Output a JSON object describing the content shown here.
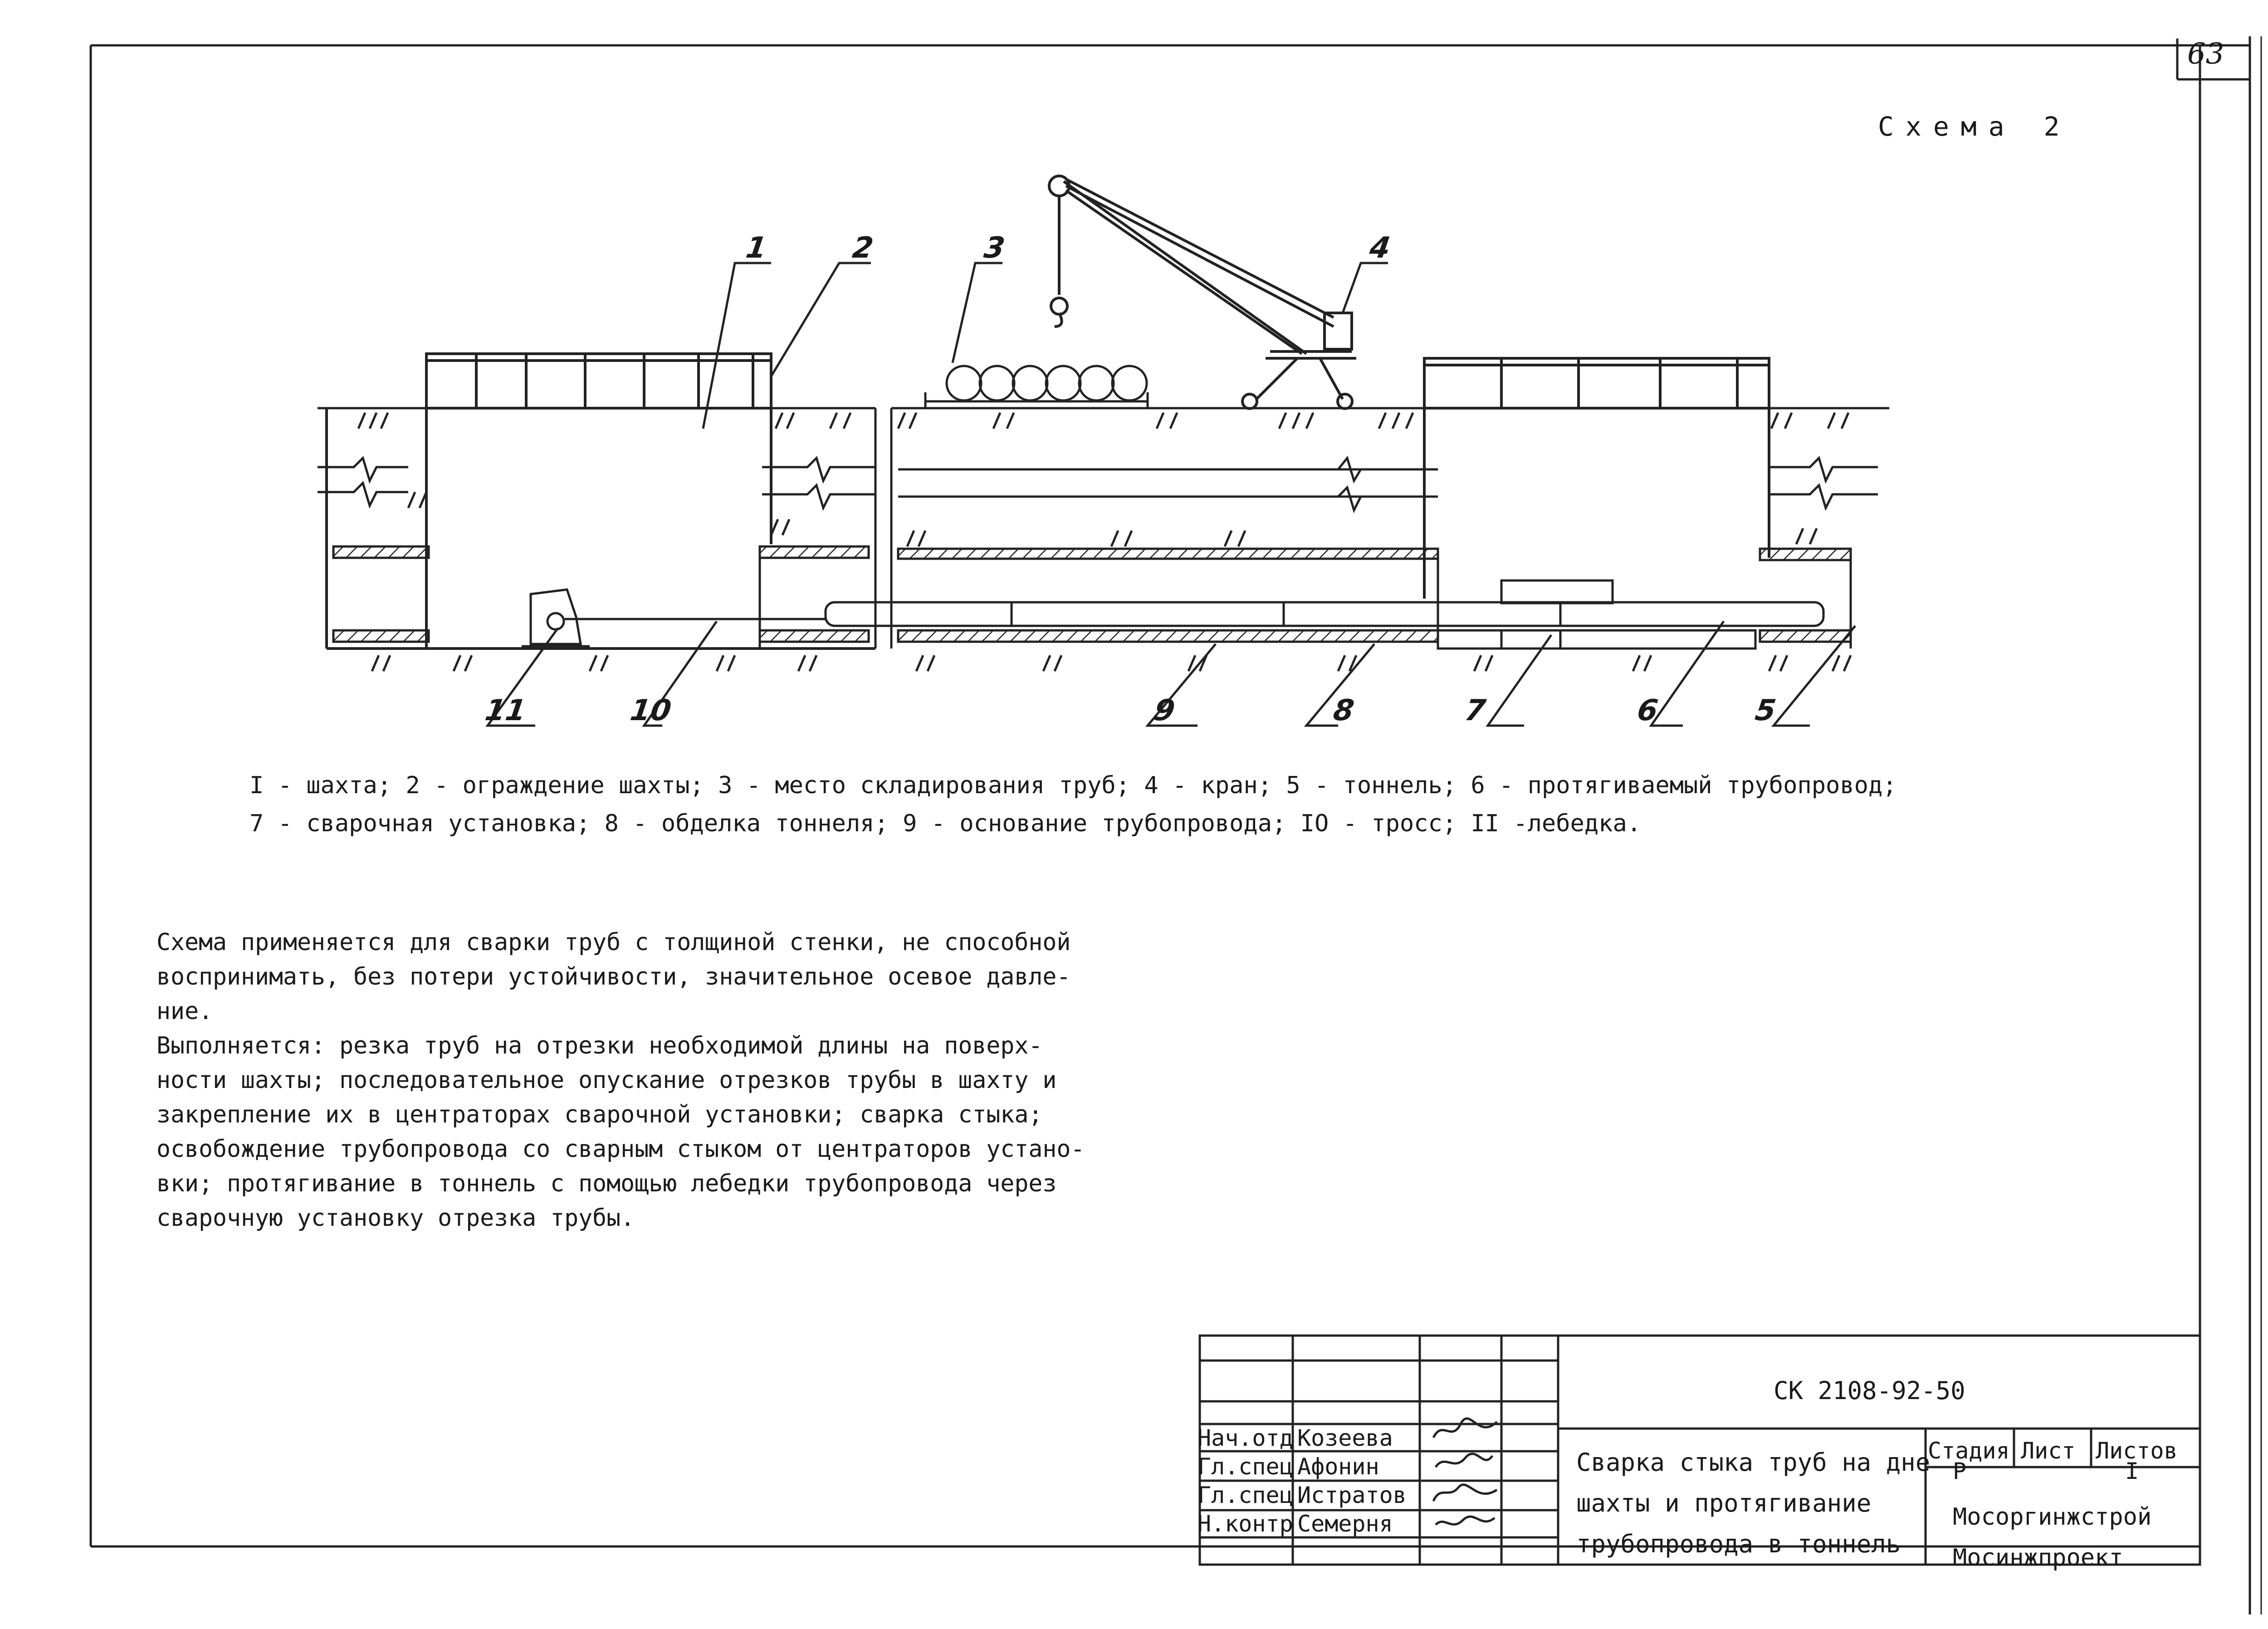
{
  "page_number": "63",
  "scheme_title": "Схема 2",
  "callouts": [
    "1",
    "2",
    "3",
    "4",
    "5",
    "6",
    "7",
    "8",
    "9",
    "10",
    "11"
  ],
  "legend": {
    "line1": "I - шахта; 2 - ограждение шахты; 3 - место складирования труб; 4 - кран; 5 - тоннель; 6 - протягиваемый трубопровод;",
    "line2": "7 - сварочная установка; 8 - обделка тоннеля;  9 - основание трубопровода; IO - тросс; II -лебедка."
  },
  "description": [
    "Схема применяется для сварки труб с толщиной стенки, не способной",
    "воспринимать, без потери устойчивости, значительное осевое давле-",
    "ние.",
    "Выполняется: резка труб на отрезки необходимой длины на поверх-",
    "ности шахты; последовательное опускание отрезков трубы в шахту и",
    "закрепление их в центраторах сварочной установки; сварка стыка;",
    "освобождение трубопровода со сварным стыком от центраторов устано-",
    "вки; протягивание в тоннель с помощью лебедки трубопровода через",
    "сварочную установку отрезка трубы."
  ],
  "title_block": {
    "code": "СК 2108-92-50",
    "title": [
      "Сварка стыка труб на дне",
      "шахты и протягивание",
      "трубопровода в тоннель"
    ],
    "stage_header": "Стадия",
    "sheet_header": "Лист",
    "sheets_header": "Листов",
    "stage": "Р",
    "sheets": "I",
    "org": [
      "Мосоргинжстрой",
      "Мосинжпроект"
    ],
    "people": [
      {
        "role": "Нач.отд",
        "name": "Козеева"
      },
      {
        "role": "Гл.спец",
        "name": "Афонин"
      },
      {
        "role": "Гл.спец",
        "name": "Истратов"
      },
      {
        "role": "Н.контр",
        "name": "Семерня"
      }
    ]
  }
}
